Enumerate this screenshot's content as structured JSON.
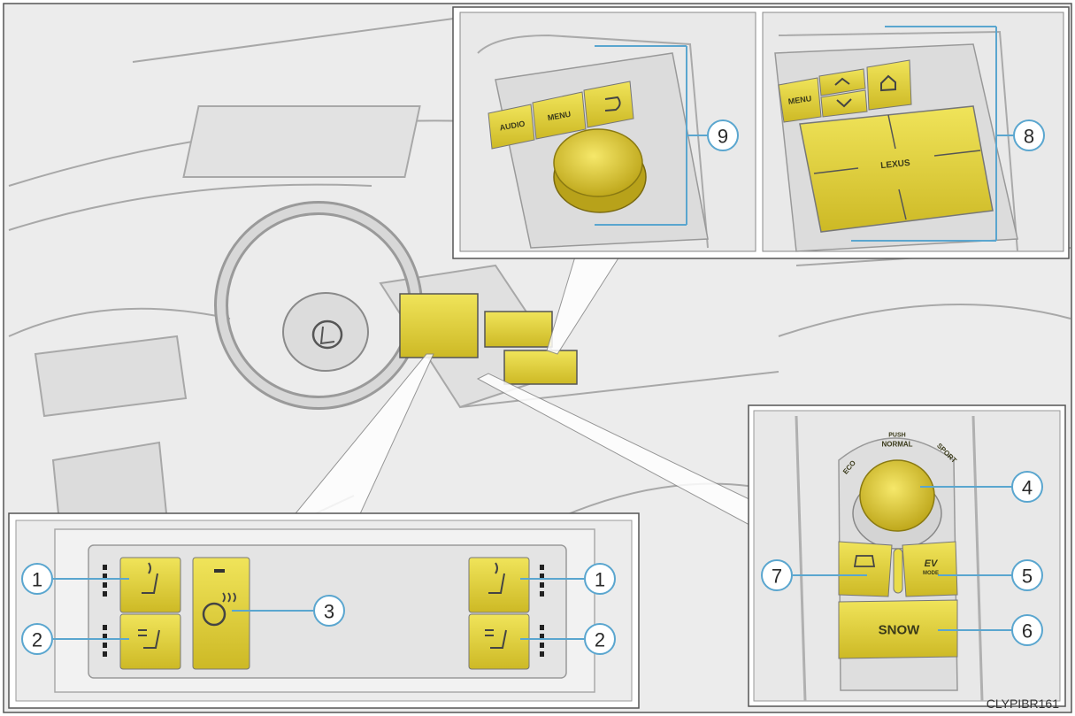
{
  "diagram": {
    "code": "CLYPIBR161",
    "highlight_color": "#e2d234",
    "line_color": "#a0a0a0",
    "callout_color": "#5aa6cf",
    "callouts": {
      "c1a": "1",
      "c2a": "2",
      "c3": "3",
      "c1b": "1",
      "c2b": "2",
      "c4": "4",
      "c5": "5",
      "c6": "6",
      "c7": "7",
      "c8": "8",
      "c9": "9"
    },
    "buttons": {
      "audio": "AUDIO",
      "menu": "MENU",
      "menu_touchpad": "MENU",
      "lexus": "LEXUS",
      "snow": "SNOW",
      "ev_mode": "EV",
      "ev_sub": "MODE",
      "push_normal_top": "PUSH",
      "push_normal": "NORMAL",
      "eco": "ECO",
      "sport": "SPORT"
    }
  }
}
